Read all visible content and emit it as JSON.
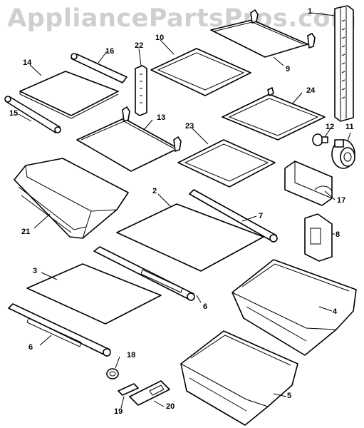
{
  "watermark": "AppliancePartsPros.com",
  "callouts": {
    "c1": "1",
    "c2": "2",
    "c3": "3",
    "c4": "4",
    "c5": "5",
    "c6a": "6",
    "c6b": "6",
    "c7": "7",
    "c8": "8",
    "c9": "9",
    "c10": "10",
    "c11": "11",
    "c12": "12",
    "c13": "13",
    "c14": "14",
    "c15": "15",
    "c16": "16",
    "c17": "17",
    "c18": "18",
    "c19": "19",
    "c20": "20",
    "c21": "21",
    "c22": "22",
    "c23": "23",
    "c24": "24"
  }
}
